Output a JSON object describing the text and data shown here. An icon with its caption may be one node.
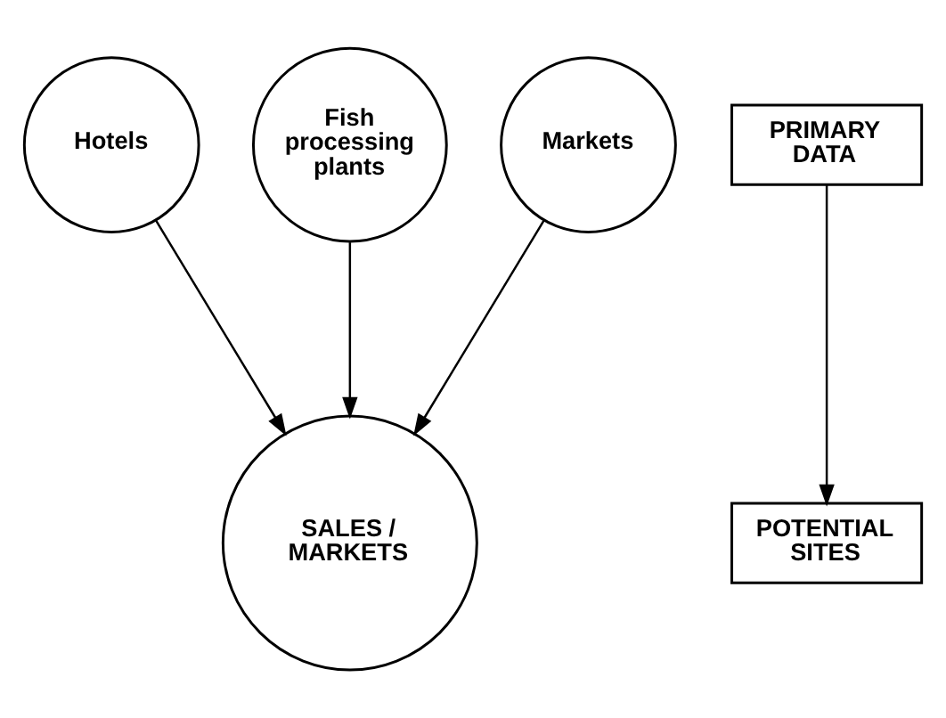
{
  "diagram": {
    "nodes": [
      {
        "text": [
          "Hotels"
        ]
      },
      {
        "text": [
          "Fish processing plants"
        ]
      },
      {
        "text": [
          "Markets"
        ]
      },
      {
        "text": [
          "SALES / MARKETS"
        ]
      },
      {
        "text": [
          "PRIMARY DATA"
        ]
      },
      {
        "text": [
          "POTENTIAL SITES"
        ]
      }
    ],
    "edges": [
      {
        "from": 0,
        "to": 3,
        "arrow": "to"
      },
      {
        "from": 1,
        "to": 3,
        "arrow": "to"
      },
      {
        "from": 2,
        "to": 3,
        "arrow": "to"
      },
      {
        "from": 4,
        "to": 5,
        "arrow": "to"
      }
    ]
  }
}
